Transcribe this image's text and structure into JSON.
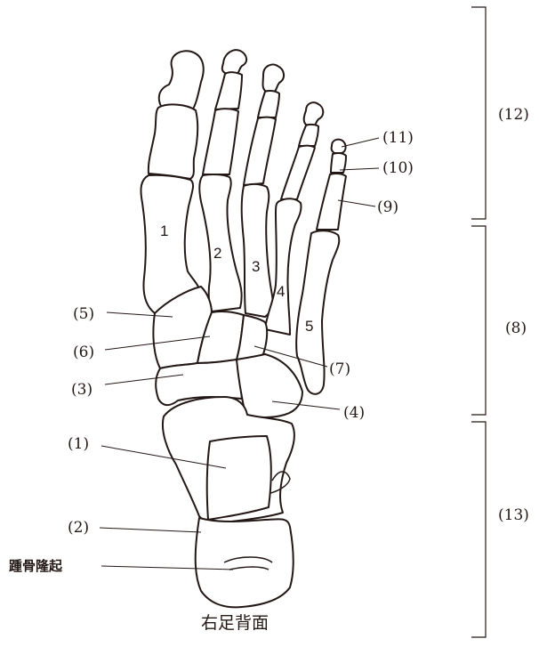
{
  "caption": "右足背面",
  "calcaneal_tuberosity_label": "踵骨隆起",
  "metatarsal_numbers": [
    "1",
    "2",
    "3",
    "4",
    "5"
  ],
  "callouts": {
    "c1": "(1)",
    "c2": "(2)",
    "c3": "(3)",
    "c4": "(4)",
    "c5": "(5)",
    "c6": "(6)",
    "c7": "(7)",
    "c9": "(9)",
    "c10": "(10)",
    "c11": "(11)"
  },
  "brackets": {
    "toes": "(12)",
    "metatarsals": "(8)",
    "tarsals": "(13)"
  }
}
